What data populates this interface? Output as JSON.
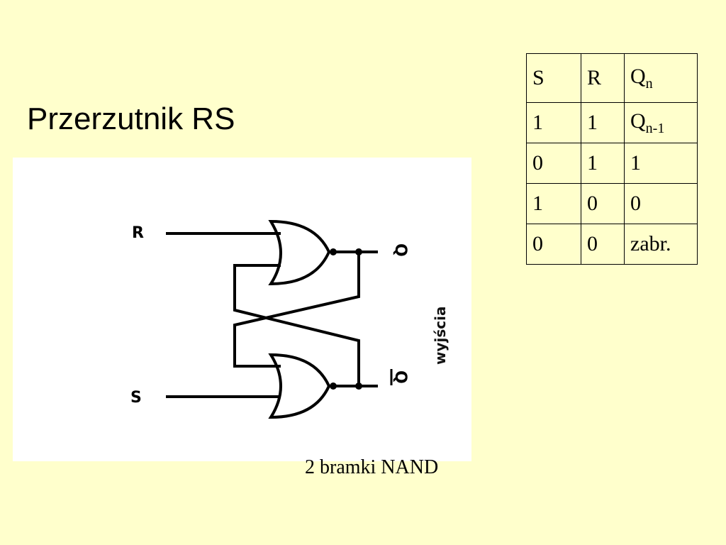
{
  "slide": {
    "title": "Przerzutnik RS",
    "caption": "2 bramki NAND"
  },
  "diagram": {
    "input_r": "R",
    "input_s": "S",
    "output_q": "Q",
    "output_qbar": "Q",
    "outputs_label": "wyjścia"
  },
  "table": {
    "header": {
      "s": "S",
      "r": "R",
      "q": "Q",
      "q_sub": "n"
    },
    "rows": [
      {
        "s": "1",
        "r": "1",
        "q": "Q",
        "q_sub": "n-1"
      },
      {
        "s": "0",
        "r": "1",
        "q": "1"
      },
      {
        "s": "1",
        "r": "0",
        "q": "0"
      },
      {
        "s": "0",
        "r": "0",
        "q": "zabr."
      }
    ]
  },
  "colors": {
    "background": "#ffffcc",
    "panel": "#ffffff",
    "ink": "#000000"
  }
}
